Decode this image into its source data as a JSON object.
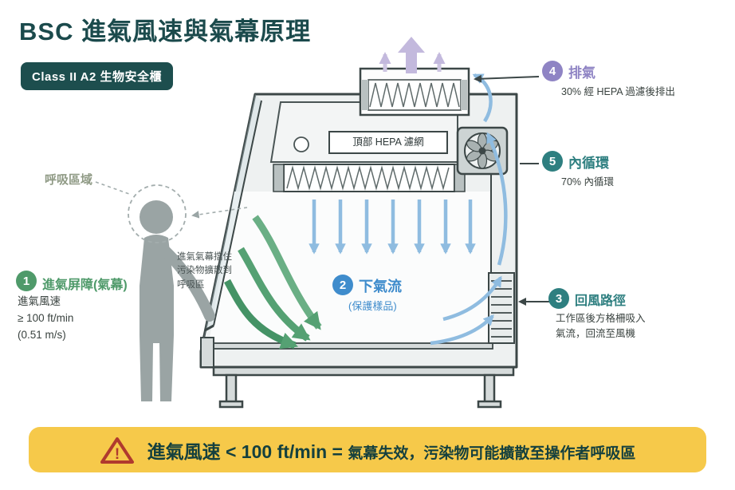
{
  "title": "BSC 進氣風速與氣幕原理",
  "badge": "Class II A2 生物安全櫃",
  "diagram": {
    "breathing_zone_label": "呼吸區域",
    "hepa_label": "頂部 HEPA 濾網",
    "curtain_note": {
      "l1": "進氣氣幕擋住",
      "l2": "污染物擴散到",
      "l3": "呼吸區"
    }
  },
  "annotations": {
    "a1": {
      "num": "1",
      "title": "進氣屏障(氣幕)",
      "l1": "進氣風速",
      "l2": "≥ 100 ft/min",
      "l3": "(0.51 m/s)"
    },
    "a2": {
      "num": "2",
      "title": "下氣流",
      "l1": "(保護樣品)"
    },
    "a3": {
      "num": "3",
      "title": "回風路徑",
      "l1": "工作區後方格柵吸入",
      "l2": "氣流，回流至風機"
    },
    "a4": {
      "num": "4",
      "title": "排氣",
      "l1": "30% 經 HEPA 過濾後排出"
    },
    "a5": {
      "num": "5",
      "title": "內循環",
      "l1": "70% 內循環"
    }
  },
  "warning": {
    "icon_mark": "!",
    "strong": "進氣風速 < 100 ft/min = ",
    "rest": "氣幕失效，污染物可能擴散至操作者呼吸區"
  },
  "colors": {
    "title": "#1b4a4c",
    "green": "#4f9a6a",
    "blue": "#3f8ccc",
    "teal": "#2e7f80",
    "purple": "#8f84c4",
    "warning_bg": "#f6c94a",
    "warning_icon": "#b03a2e"
  }
}
